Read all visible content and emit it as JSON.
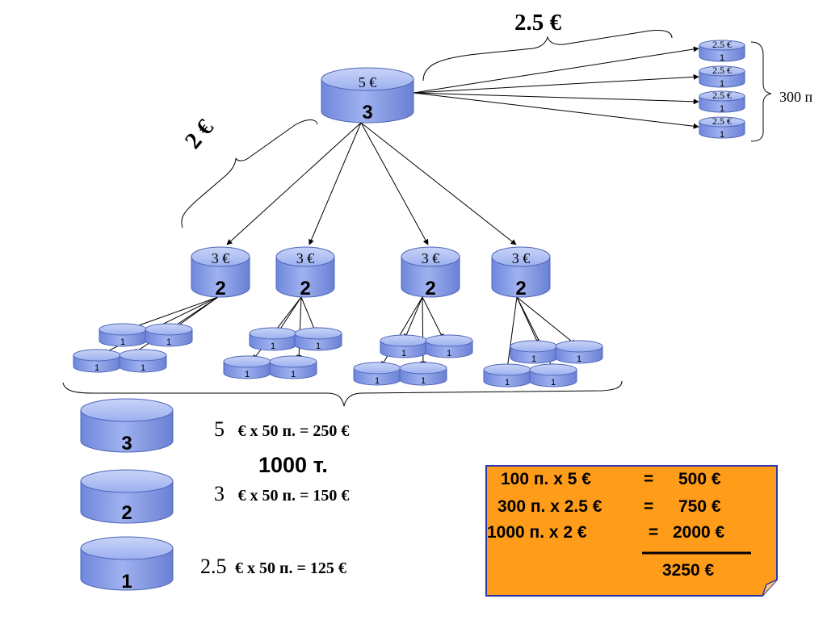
{
  "labels": {
    "top_brace_price": "2.5 €",
    "left_brace_price": "2 €",
    "right_brace_count": "300 п",
    "legend_mid": "1000 т."
  },
  "hub": {
    "price": "5 €",
    "level": "3"
  },
  "leaves": [
    {
      "price": "2.5 €",
      "level": "1"
    },
    {
      "price": "2.5 €",
      "level": "1"
    },
    {
      "price": "2.5 €",
      "level": "1"
    },
    {
      "price": "2.5 €",
      "level": "1"
    }
  ],
  "mids": [
    {
      "price": "3 €",
      "level": "2"
    },
    {
      "price": "3 €",
      "level": "2"
    },
    {
      "price": "3 €",
      "level": "2"
    },
    {
      "price": "3 €",
      "level": "2"
    }
  ],
  "small_label": "1",
  "legend": [
    {
      "level": "3",
      "price": "5",
      "rest": "€ x 50 п. = 250 €"
    },
    {
      "level": "2",
      "price": "3",
      "rest": "€ x 50 п. = 150 €"
    },
    {
      "level": "1",
      "price": "2.5",
      "rest": "€ x 50 п. = 125 €"
    }
  ],
  "summary": {
    "rows": [
      {
        "qty": "100 п. x 5 €",
        "eq": "=",
        "total": "500 €"
      },
      {
        "qty": "300 п. x 2.5 €",
        "eq": "=",
        "total": "750 €"
      },
      {
        "qty": "1000 п. x 2 €",
        "eq": "=",
        "total": "2000 €"
      }
    ],
    "grand_total": "3250 €"
  },
  "colors": {
    "disc_fill": "#7f96e8",
    "disc_top": "#b7c5f2",
    "disc_stroke": "#4e65b8",
    "note_fill": "#ff9c1a",
    "note_border": "#2b36a8"
  }
}
